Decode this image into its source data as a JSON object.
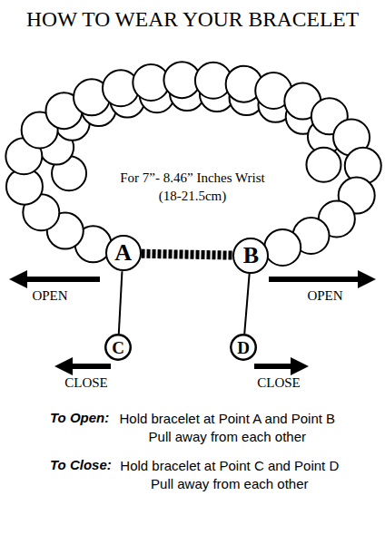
{
  "diagram": {
    "title": "HOW TO WEAR YOUR BRACELET",
    "nodes": [
      {
        "text": [
          "A"
        ]
      },
      {
        "text": [
          "B"
        ]
      },
      {
        "text": [
          "C"
        ]
      },
      {
        "text": [
          "D"
        ]
      }
    ],
    "edges": [
      {
        "from": 0,
        "to": 1,
        "arrow": "none"
      },
      {
        "from": 0,
        "to": 2,
        "arrow": "none"
      },
      {
        "from": 1,
        "to": 3,
        "arrow": "none"
      }
    ],
    "labels": [
      "For 7”- 8.46” Inches Wrist",
      "(18-21.5cm)",
      "OPEN",
      "OPEN",
      "CLOSE",
      "CLOSE",
      "To Open:",
      "Hold bracelet at Point A and Point B Pull away from each other",
      "To Close:",
      "Hold bracelet at Point C and Point D Pull away from each other"
    ]
  }
}
